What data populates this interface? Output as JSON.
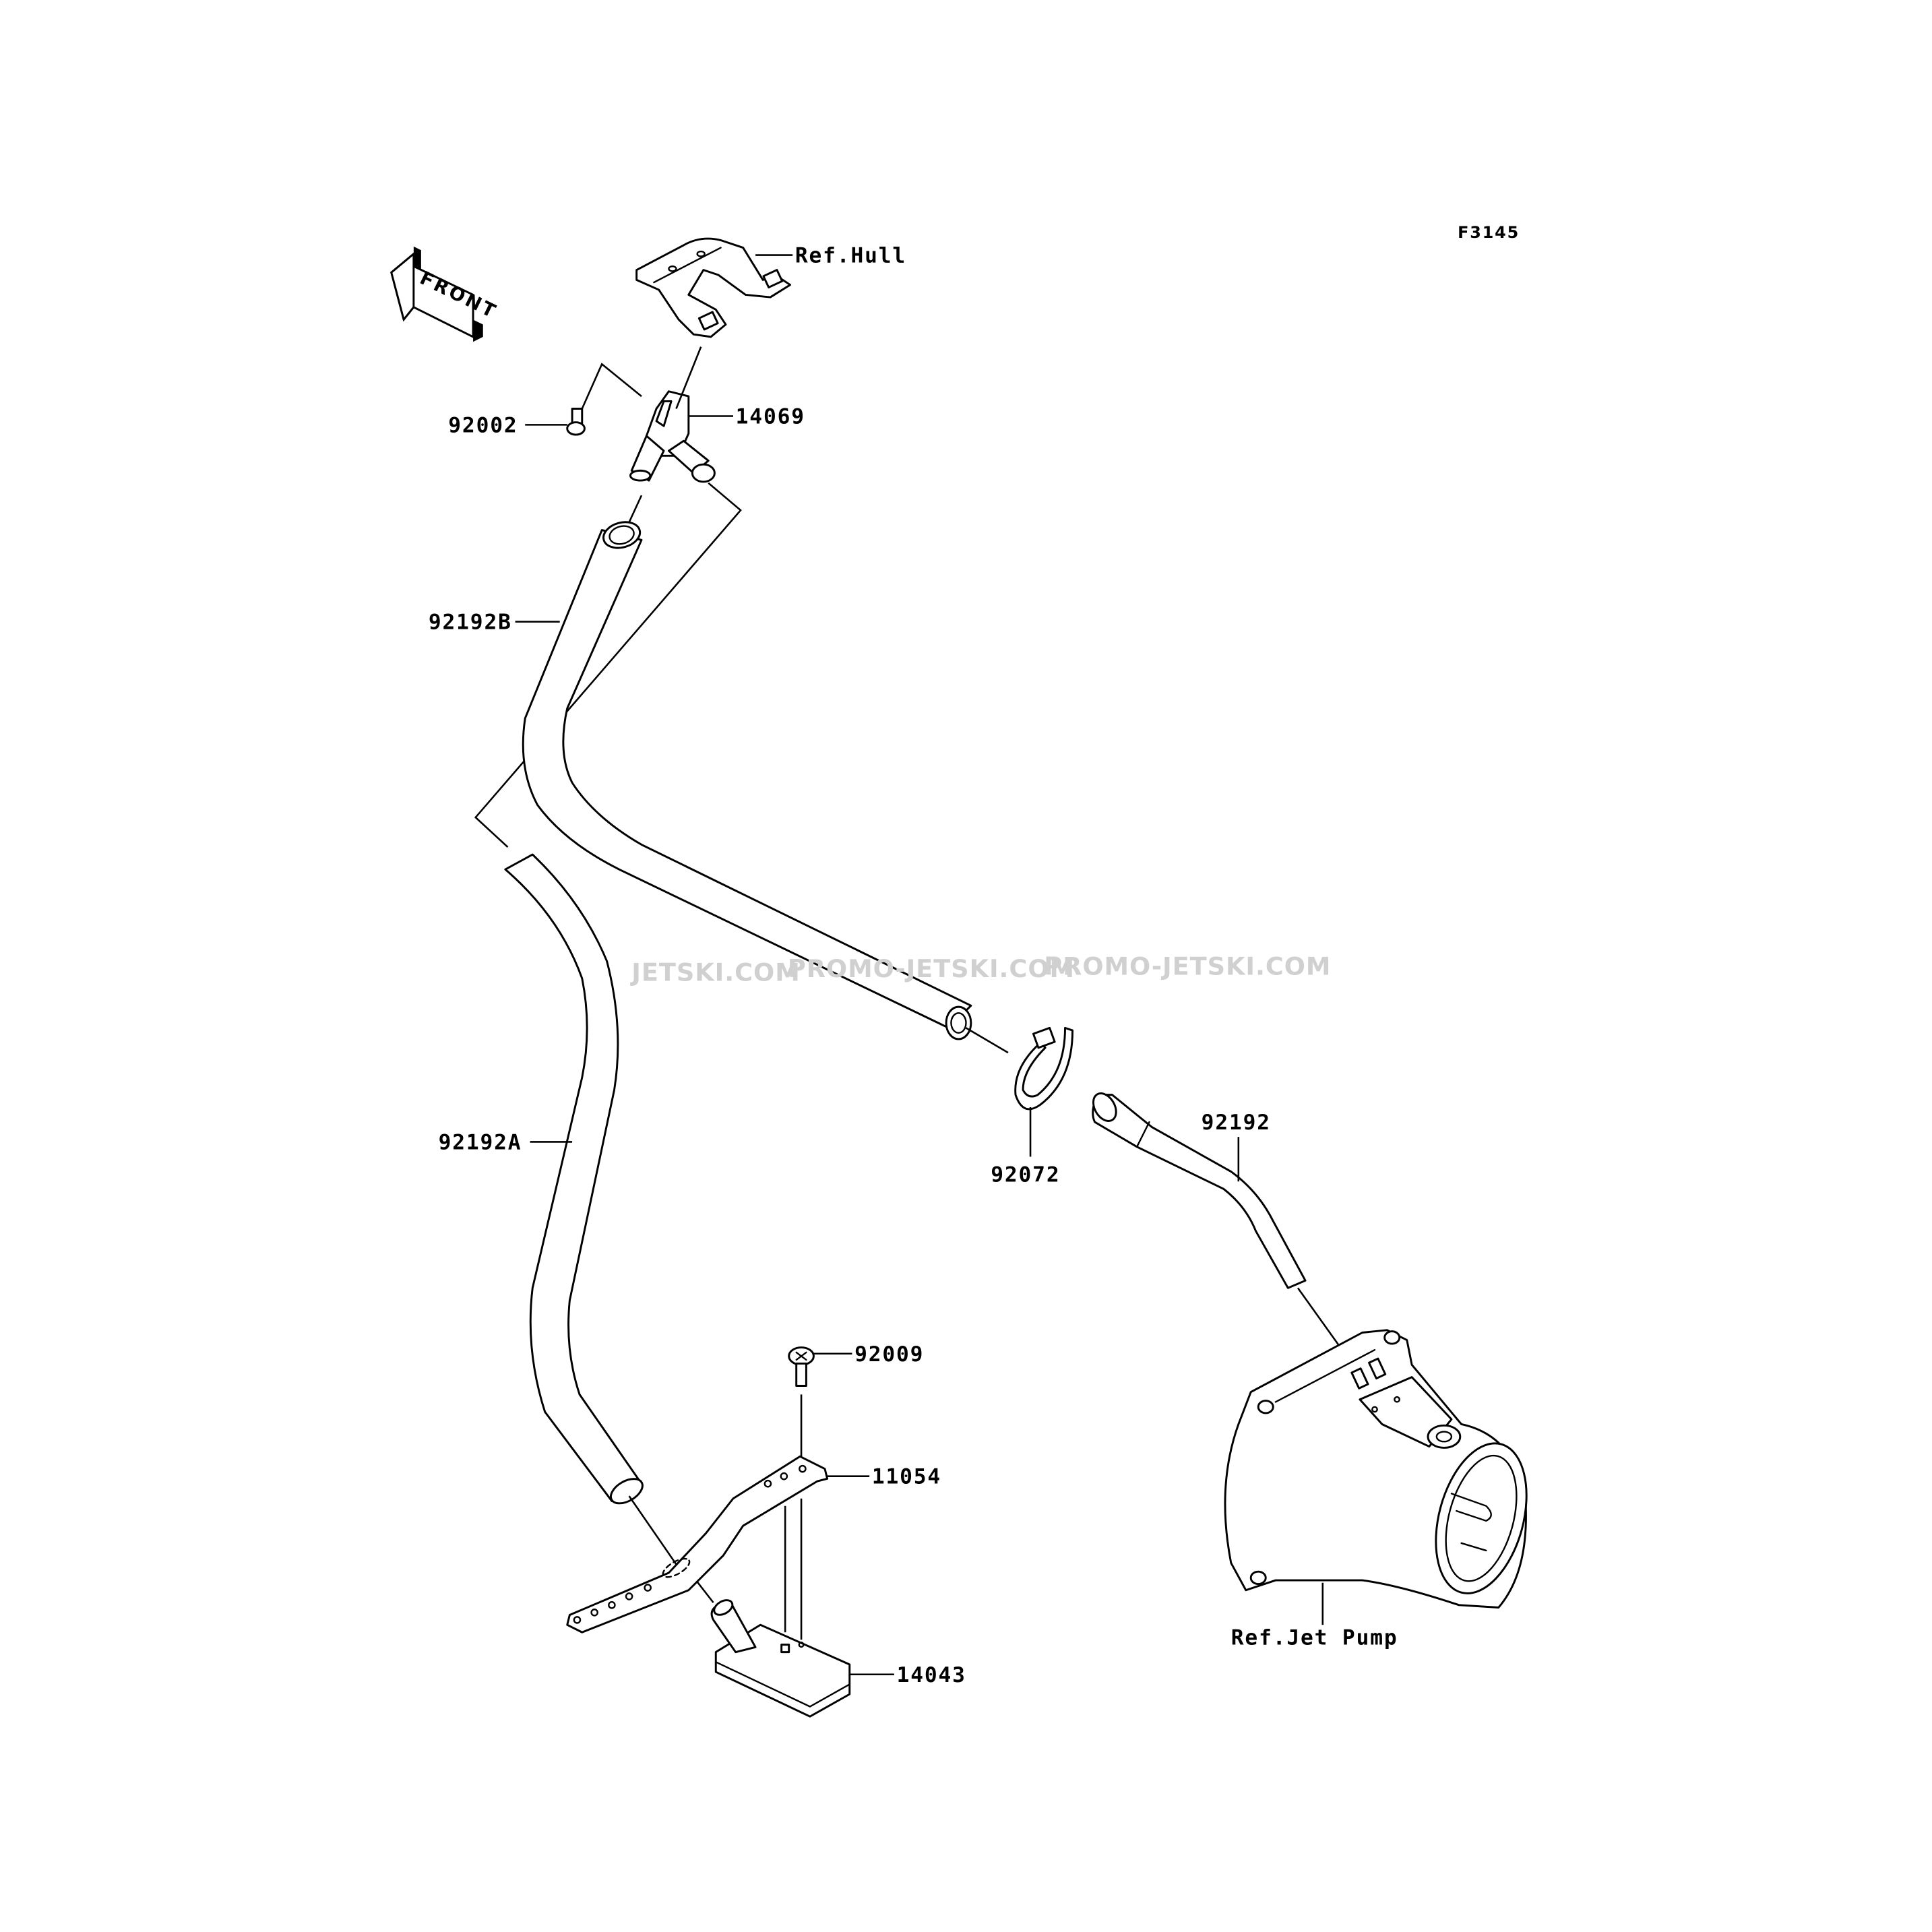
{
  "diagram": {
    "figure_code": "F3145",
    "orientation_indicator": {
      "label": "FRONT",
      "direction": "left"
    },
    "watermark": [
      "JETSKI.COM",
      "PROMO-JETSKI.COM",
      "PROMO-JETSKI.COM"
    ],
    "parts": [
      {
        "id": "ref-hull",
        "label": "Ref.Hull",
        "description": "hull bracket (reference)"
      },
      {
        "id": "14069",
        "label": "14069",
        "description": "bilge fitting / T-connector"
      },
      {
        "id": "92002",
        "label": "92002",
        "description": "bolt"
      },
      {
        "id": "92192B",
        "label": "92192B",
        "description": "bilge hose (upper)"
      },
      {
        "id": "92192A",
        "label": "92192A",
        "description": "bilge hose (lower)"
      },
      {
        "id": "92072",
        "label": "92072",
        "description": "clamp band / cable tie"
      },
      {
        "id": "92192",
        "label": "92192",
        "description": "bilge hose to pump"
      },
      {
        "id": "92009",
        "label": "92009",
        "description": "screw"
      },
      {
        "id": "11054",
        "label": "11054",
        "description": "bracket"
      },
      {
        "id": "14043",
        "label": "14043",
        "description": "bilge filter"
      },
      {
        "id": "ref-jet-pump",
        "label": "Ref.Jet Pump",
        "description": "jet pump (reference)"
      }
    ]
  }
}
